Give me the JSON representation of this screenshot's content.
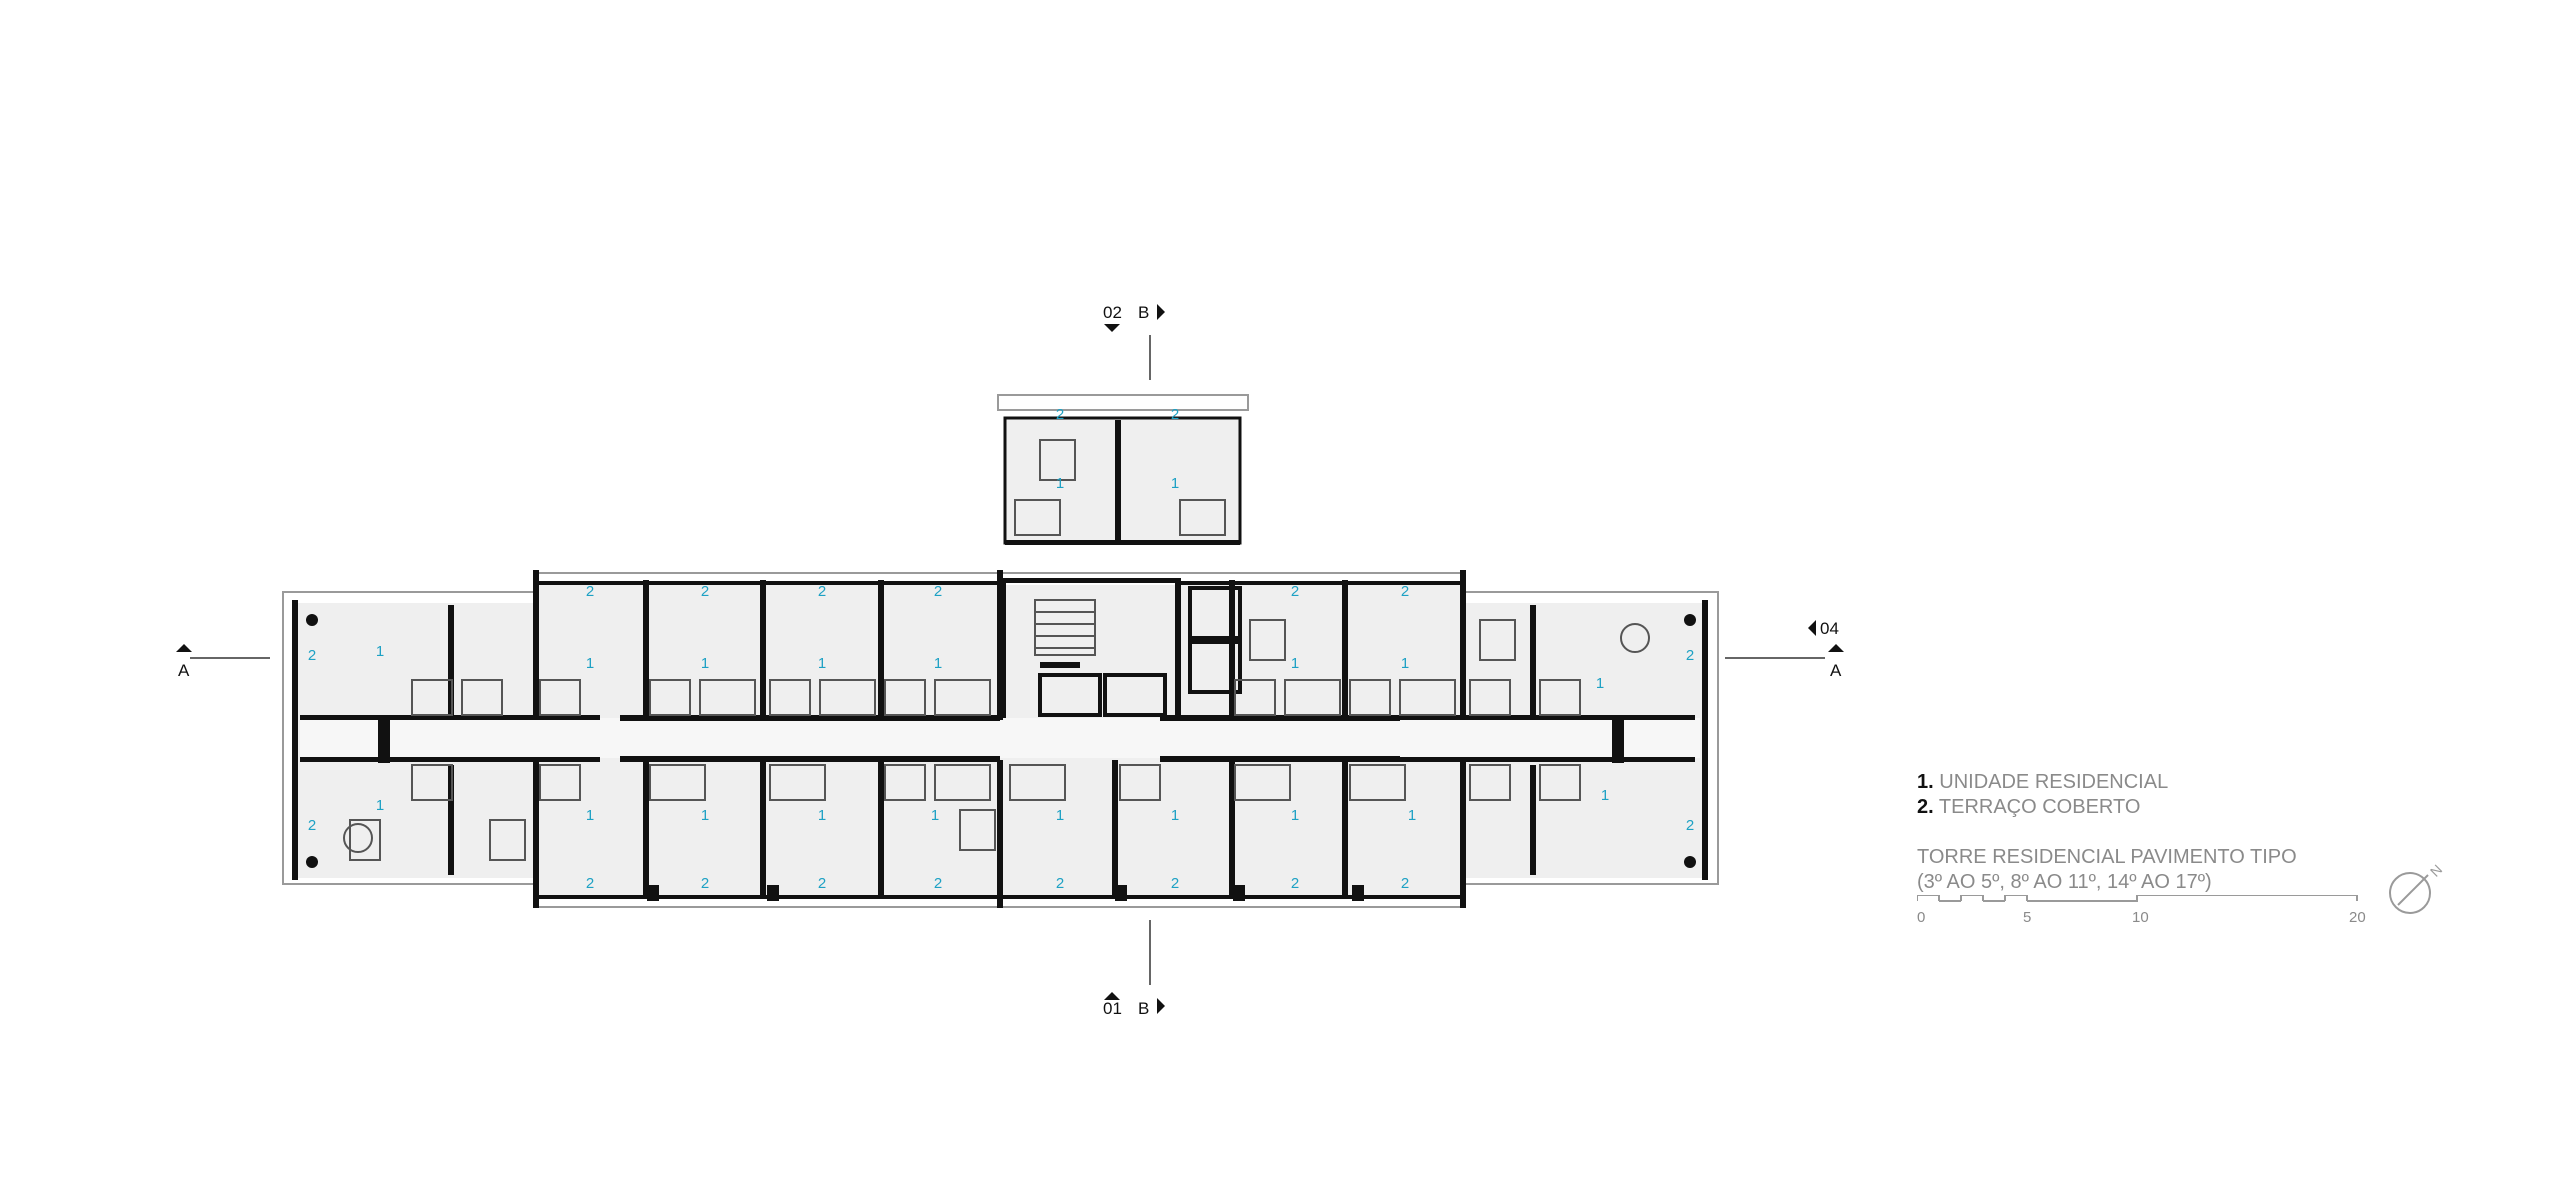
{
  "colors": {
    "wall": "#111111",
    "floor": "#efefef",
    "room_number": "#1da1c4",
    "text_gray": "#8a8a8a",
    "line_gray": "#9a9a9a"
  },
  "section_marks": {
    "top": {
      "num": "02",
      "letter": "B"
    },
    "bottom": {
      "num": "01",
      "letter": "B"
    },
    "left": {
      "letter": "A"
    },
    "right": {
      "num": "04",
      "letter": "A"
    }
  },
  "room_labels": {
    "unit": "1",
    "terrace": "2"
  },
  "legend": {
    "items": [
      {
        "num": "1.",
        "label": "UNIDADE RESIDENCIAL"
      },
      {
        "num": "2.",
        "label": "TERRAÇO COBERTO"
      }
    ],
    "title_line1": "TORRE RESIDENCIAL PAVIMENTO TIPO",
    "title_line2": "(3º AO 5º, 8º AO 11º, 14º AO 17º)"
  },
  "scale_bar": {
    "ticks": [
      "0",
      "5",
      "10",
      "20"
    ],
    "values": [
      0,
      5,
      10,
      20
    ]
  },
  "north": {
    "label": "N",
    "icon": "north-arrow-icon"
  }
}
